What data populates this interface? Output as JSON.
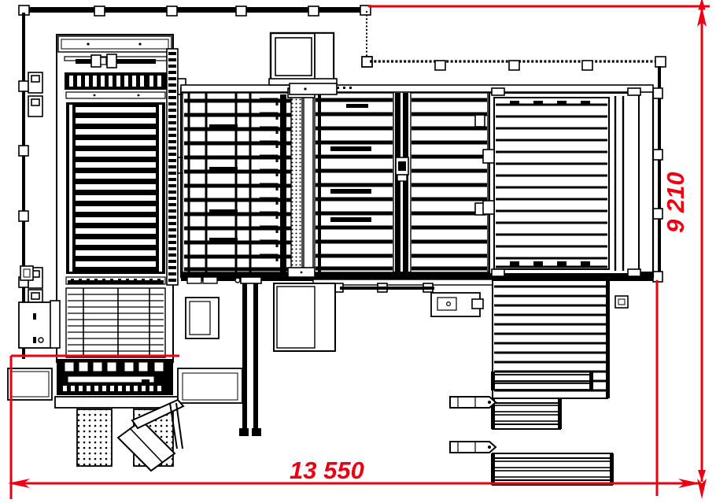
{
  "drawing": {
    "type": "cad-plan-view",
    "title": "Industrial machine plant layout - plan view",
    "background_color": "#ffffff",
    "line_color": "#000000",
    "dimension_color": "#ee0012"
  },
  "dimensions": {
    "overall_width": {
      "label": "13 550",
      "orientation": "horizontal",
      "position": "bottom",
      "color": "#ee0012"
    },
    "overall_height": {
      "label": "9 210",
      "orientation": "vertical",
      "position": "right",
      "color": "#ee0012"
    }
  },
  "regions": [
    {
      "name": "upper-gantry-rail",
      "description": "horizontal rail with bracket clamps along top edge"
    },
    {
      "name": "left-press-module",
      "description": "tall stacked horizontal bar assembly at left"
    },
    {
      "name": "ladder-rack-column",
      "description": "vertical perforated ladder strip"
    },
    {
      "name": "comb-transfer-module",
      "description": "dense comb of parallel slats center-left"
    },
    {
      "name": "perforated-belt-column",
      "description": "two dotted vertical bands"
    },
    {
      "name": "roller-conveyor-bank",
      "description": "long horizontal roller bank center"
    },
    {
      "name": "control-cabinet",
      "description": "operator cabinet with screen top center"
    },
    {
      "name": "pallet-stack-right",
      "description": "slatted pallet stack at right"
    },
    {
      "name": "lower-roller-table",
      "description": "slatted table lower right"
    },
    {
      "name": "loose-pallets",
      "description": "three loose pallets bottom right"
    },
    {
      "name": "fork-tines",
      "description": "two fork tine shapes bottom right"
    },
    {
      "name": "hatched-floor-zones",
      "description": "two dotted hatch floor areas bottom left"
    },
    {
      "name": "tilting-arm",
      "description": "angled tilting arm bottom left"
    },
    {
      "name": "lower-service-cabinets",
      "description": "service cabinets along lower edge"
    }
  ]
}
